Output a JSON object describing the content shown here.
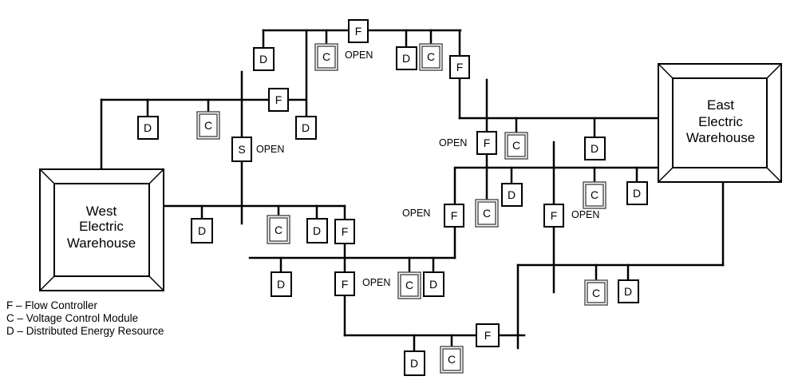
{
  "warehouses": {
    "west": [
      "West",
      "Electric",
      "Warehouse"
    ],
    "east": [
      "East",
      "Electric",
      "Warehouse"
    ]
  },
  "component_letters": {
    "flow_controller": "F",
    "voltage_control_module": "C",
    "distributed_energy_resource": "D",
    "switch": "S"
  },
  "open_label": "OPEN",
  "legend": [
    "F – Flow Controller",
    "C – Voltage Control Module",
    "D – Distributed Energy Resource"
  ]
}
